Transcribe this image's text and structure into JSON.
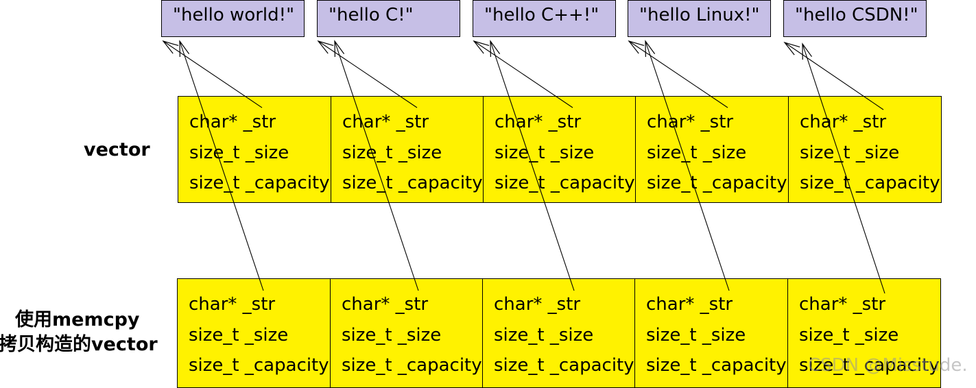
{
  "strings": [
    "\"hello world!\"",
    "\"hello C!\"",
    "\"hello C++!\"",
    "\"hello Linux!\"",
    "\"hello CSDN!\""
  ],
  "labels": {
    "vector": "vector",
    "copy_line1": "使用memcpy",
    "copy_line2": "拷贝构造的vector"
  },
  "fields": [
    "char* _str",
    "size_t _size",
    "size_t _capacity"
  ],
  "colors": {
    "string_box": "#c6bfe6",
    "object_cell": "#fff200",
    "arrow": "#000000"
  },
  "watermark": "CSDN @Misstude."
}
